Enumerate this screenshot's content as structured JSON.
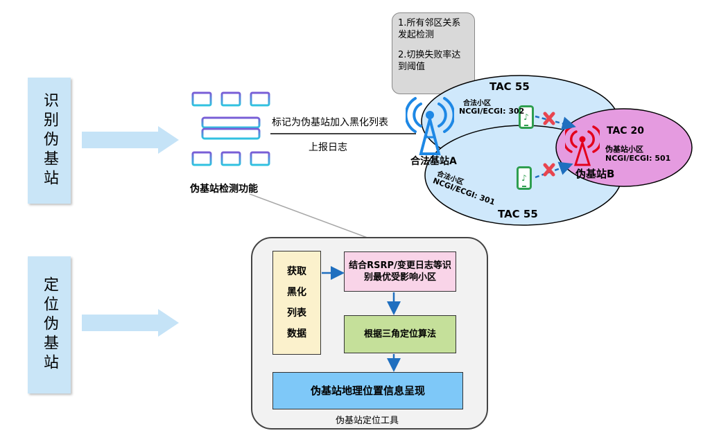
{
  "left_labels": {
    "identify": "识别伪基站",
    "locate": "定位伪基站"
  },
  "detector": {
    "label": "伪基站检测功能"
  },
  "flow": {
    "mark_label": "标记为伪基站加入黑化列表",
    "report_label": "上报日志"
  },
  "note": {
    "line1": "1.所有邻区关系发起检测",
    "line2": "2.切换失败率达到阈值"
  },
  "cells": {
    "tac_top": "TAC 55",
    "tac_bottom": "TAC 55",
    "tac_fake": "TAC 20",
    "legit_a": "合法基站A",
    "fake_b": "伪基站B",
    "cell_302_label": "合法小区",
    "cell_302_id": "NCGI/ECGI: 302",
    "cell_301_label": "合法小区",
    "cell_301_id": "NCGI/ECGI: 301",
    "fake_cell_label": "伪基站小区",
    "fake_cell_id": "NCGI/ECGI: 501"
  },
  "tool": {
    "blacklist_data": "获取黑化列表数据",
    "step1": "结合RSRP/变更日志等识别最优受影响小区",
    "step2": "根据三角定位算法",
    "step3": "伪基站地理位置信息呈现",
    "caption": "伪基站定位工具"
  },
  "colors": {
    "side_label_bg": "#c9e5f7",
    "arrow_fill": "#c5e3f7",
    "legit_cell": "#cfe8fb",
    "fake_cell": "#e59be0",
    "step1_bg": "#f9d4e8",
    "step2_bg": "#c5e09a",
    "step3_bg": "#7ec8f8",
    "blacklist_bg": "#fbf1cc",
    "flow_arrow": "#1f6fbf"
  }
}
